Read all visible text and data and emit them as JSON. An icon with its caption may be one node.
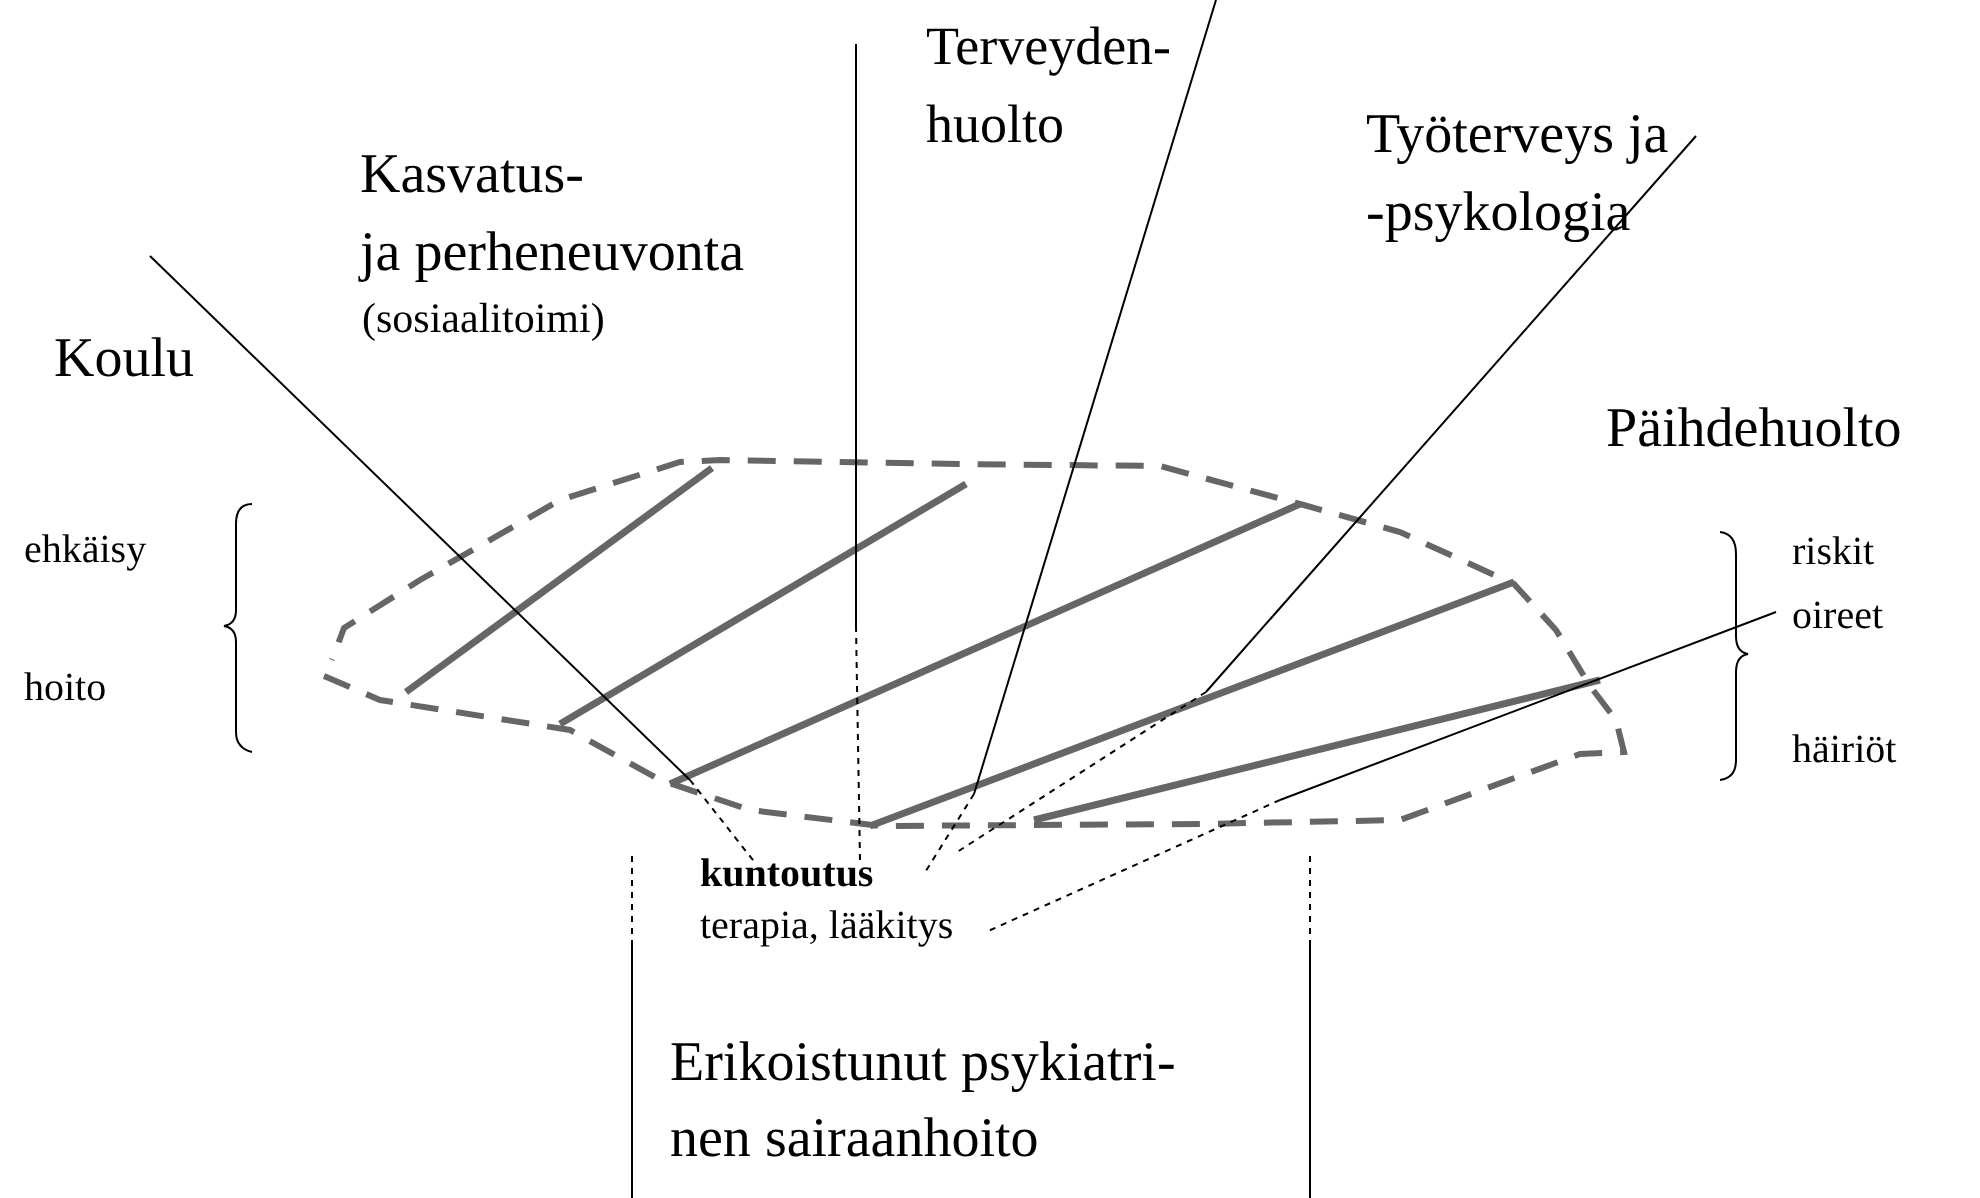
{
  "diagram": {
    "labels": [
      "Terveyden- huolto",
      "Kasvatus- ja perheneuvonta",
      "(sosiaalitoimi)",
      "Työterveys ja -psykologia",
      "Koulu",
      "Päihdehuolto",
      "ehkäisy",
      "riskit",
      "oireet",
      "hoito",
      "häiriöt",
      "kuntoutus",
      "terapia, lääkitys",
      "Erikoistunut psykiatri- nen sairaanhoito"
    ]
  }
}
